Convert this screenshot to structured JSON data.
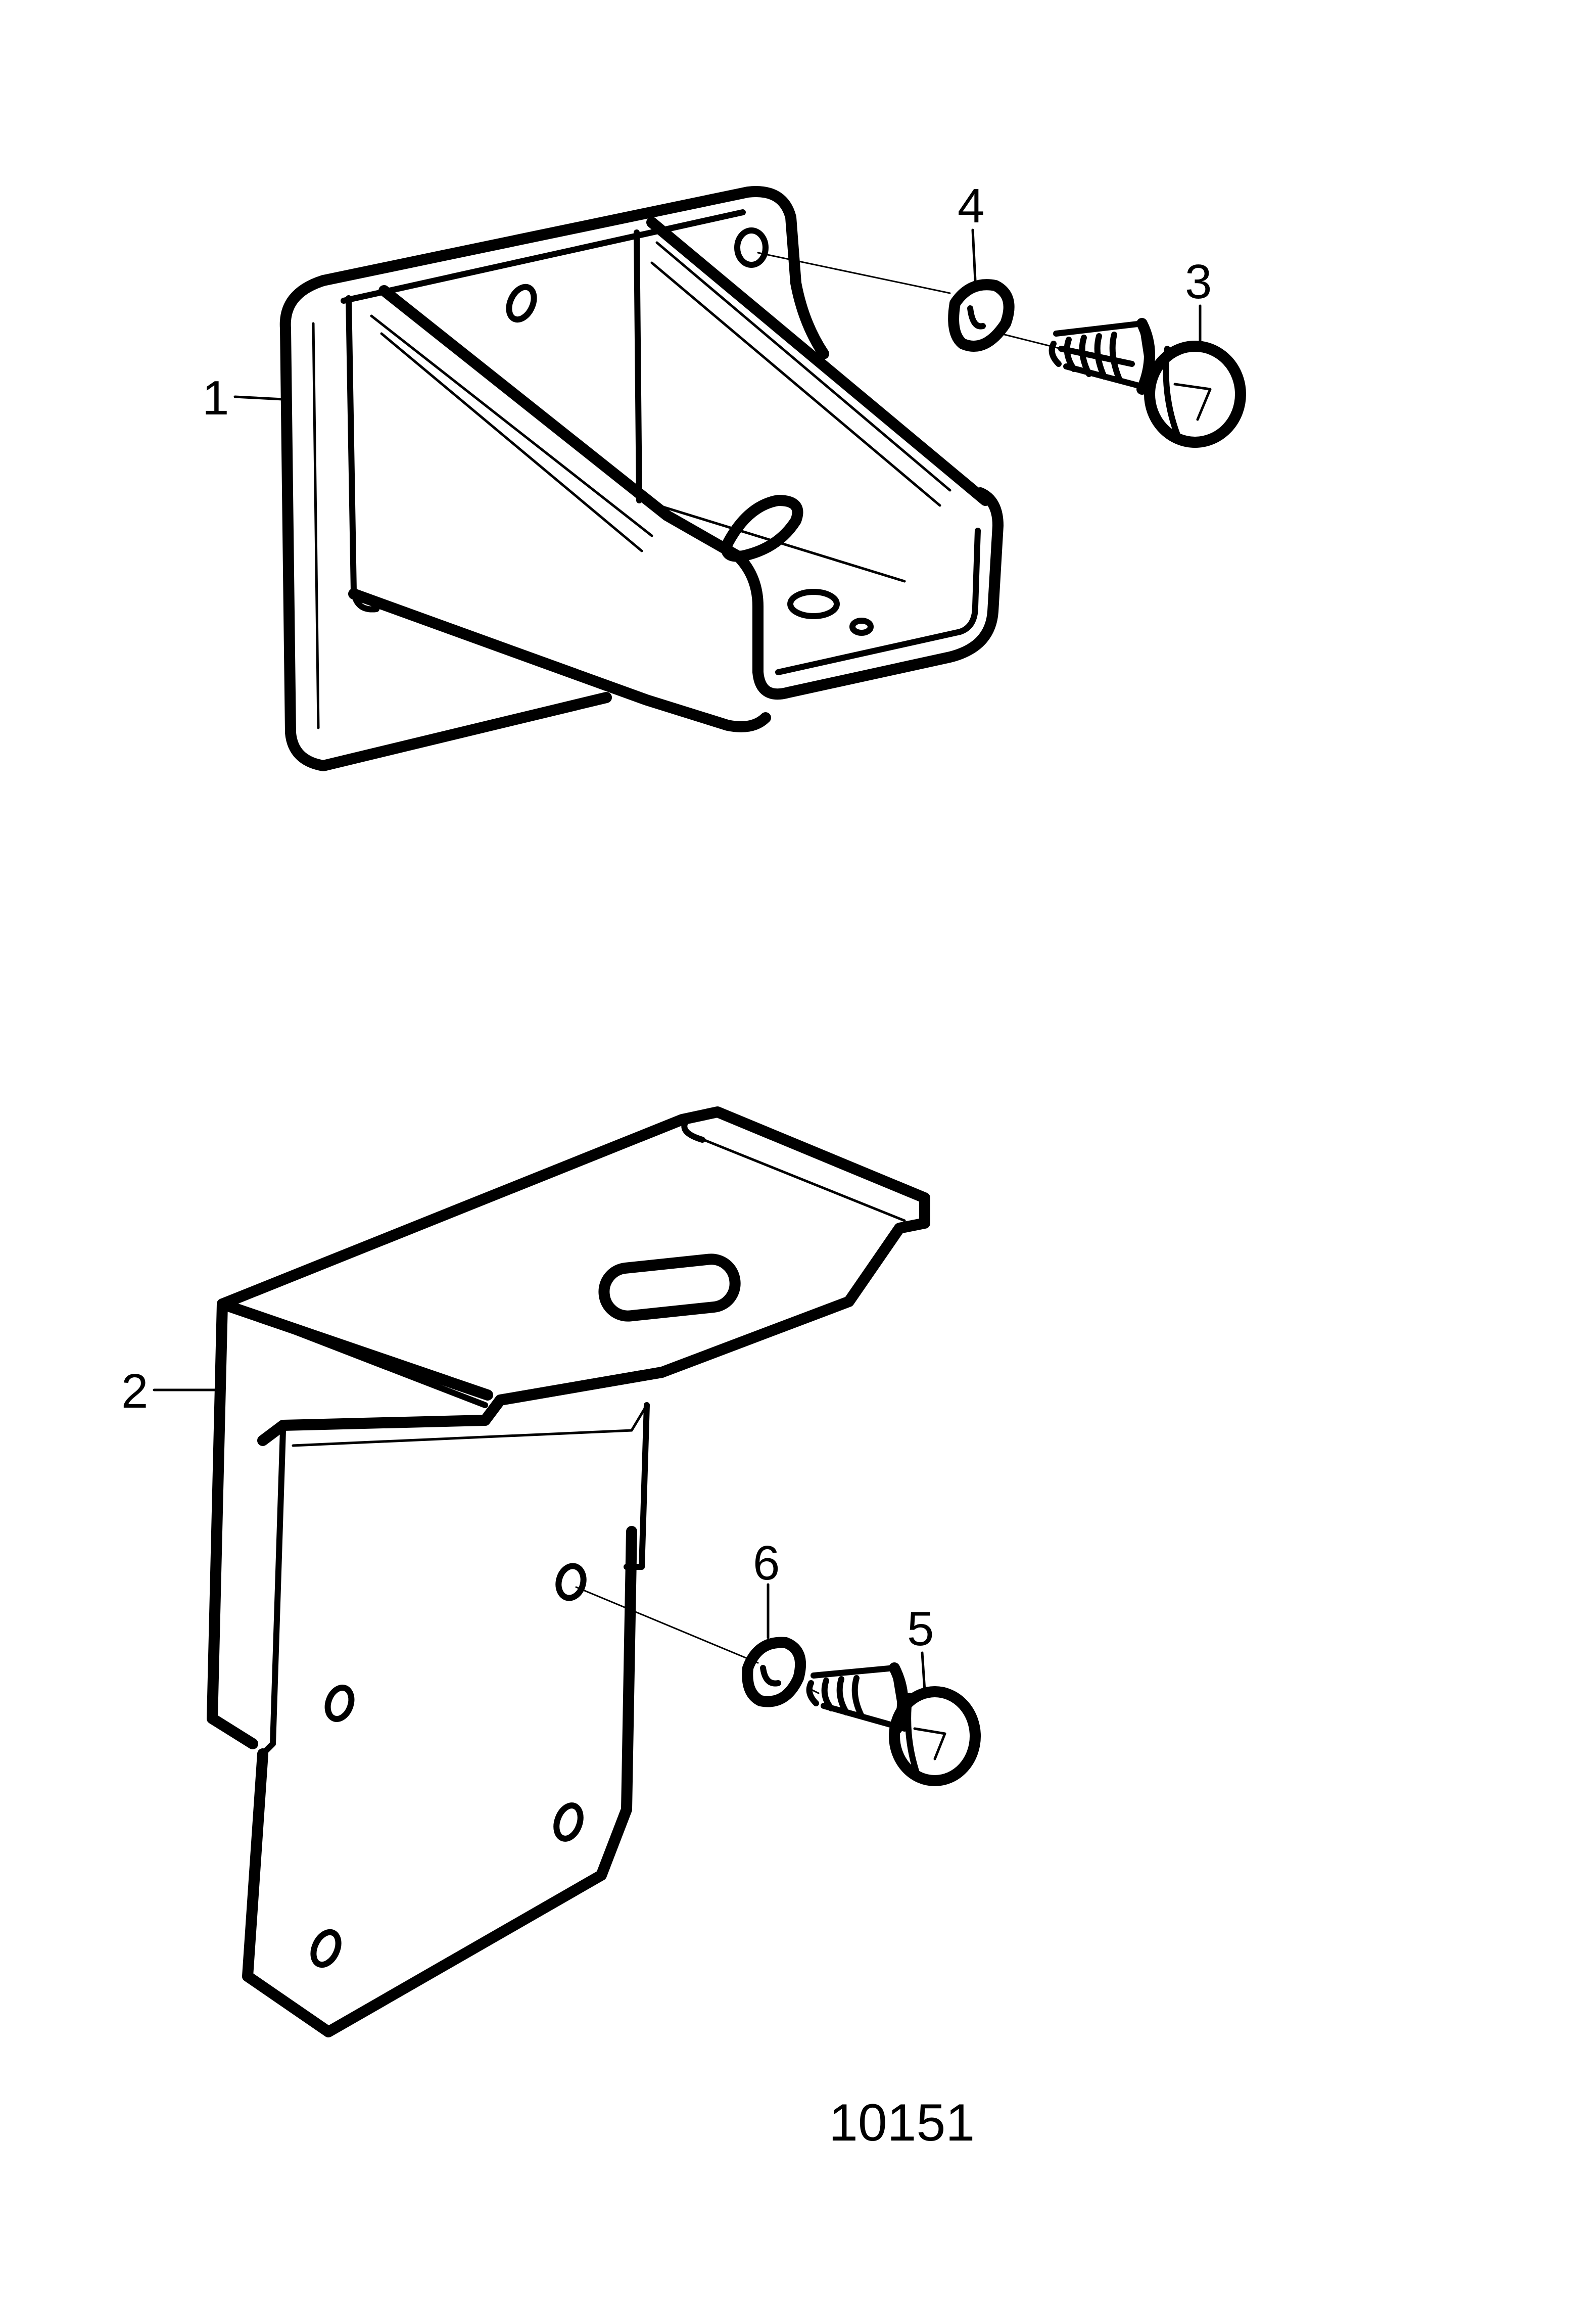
{
  "callouts": [
    {
      "id": "1",
      "label": "1"
    },
    {
      "id": "2",
      "label": "2"
    },
    {
      "id": "3",
      "label": "3"
    },
    {
      "id": "4",
      "label": "4"
    },
    {
      "id": "5",
      "label": "5"
    },
    {
      "id": "6",
      "label": "6"
    }
  ],
  "figure_number": "10151",
  "colors": {
    "line": "#000000",
    "background": "#ffffff"
  }
}
